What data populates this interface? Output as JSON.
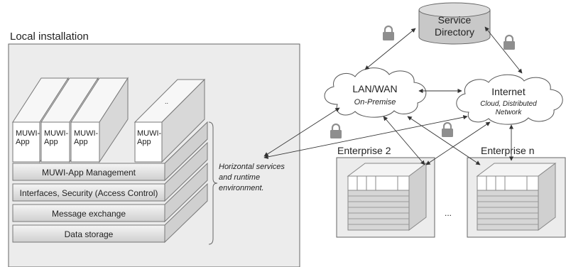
{
  "local": {
    "title": "Local installation",
    "apps": [
      "MUWI-\nApp",
      "MUWI-\nApp",
      "MUWI-\nApp",
      "MUWI-\nApp"
    ],
    "app_dots": "..",
    "layers": [
      "MUWI-App Management",
      "Interfaces, Security (Access Control)",
      "Message exchange",
      "Data storage"
    ],
    "brace_note": "Horizontal services\nand runtime\nenvironment."
  },
  "service_directory": "Service\nDirectory",
  "lan_wan": {
    "title": "LAN/WAN",
    "subtitle": "On-Premise"
  },
  "internet": {
    "title": "Internet",
    "subtitle": "Cloud, Distributed\nNetwork"
  },
  "enterprise_2": "Enterprise 2",
  "enterprise_n": "Enterprise n",
  "ellipsis": "..."
}
